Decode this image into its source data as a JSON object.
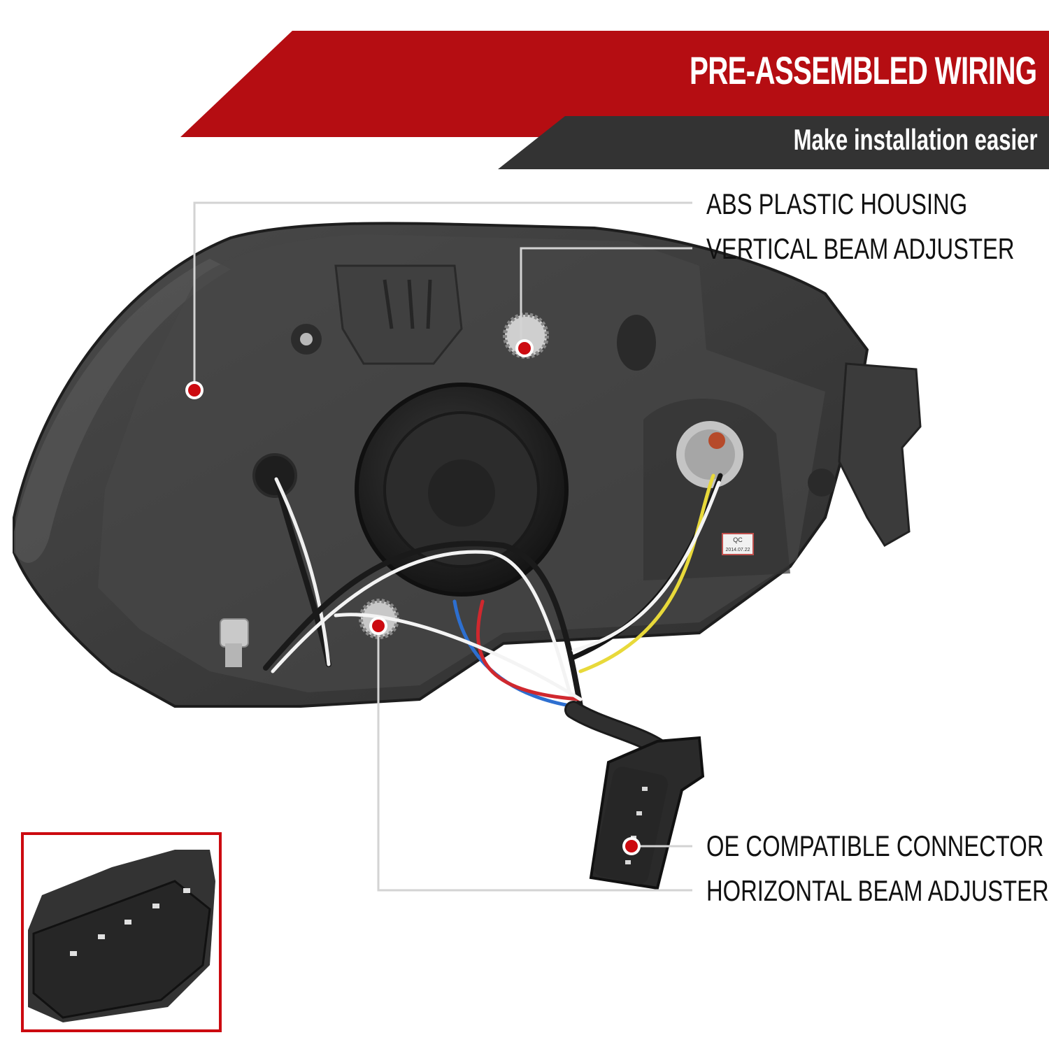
{
  "banner": {
    "title": "PRE-ASSEMBLED WIRING",
    "subtitle": "Make installation easier",
    "colors": {
      "red": "#b50d12",
      "dark": "#333333"
    }
  },
  "callouts": [
    {
      "label": "ABS PLASTIC HOUSING"
    },
    {
      "label": "VERTICAL BEAM ADJUSTER"
    },
    {
      "label": "OE COMPATIBLE CONNECTOR"
    },
    {
      "label": "HORIZONTAL BEAM ADJUSTER"
    }
  ],
  "product": {
    "qc_sticker": {
      "line1": "QC",
      "line2": "2014.07.22"
    }
  },
  "colors": {
    "accent_red": "#cc0a10",
    "housing": "#3c3c3c",
    "callout_line": "#d0d0d0"
  }
}
